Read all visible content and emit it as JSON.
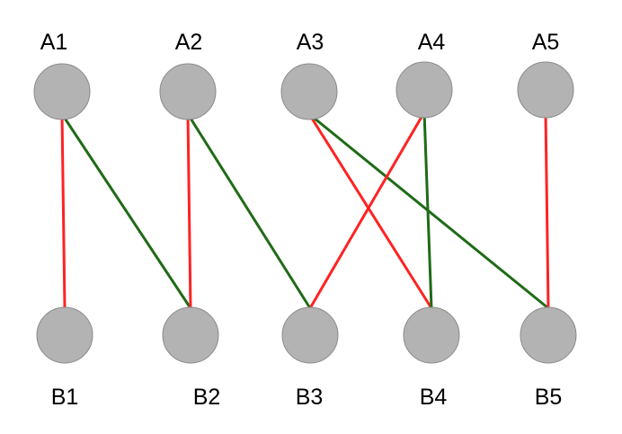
{
  "colors": {
    "background": "#ffffff",
    "node_fill": "#b3b3b3",
    "node_stroke": "#8a8a8a",
    "label": "#000000",
    "edge_red": "#ff2222",
    "edge_green": "#1f6b17"
  },
  "nodes": [
    {
      "id": "A1",
      "label": "A1"
    },
    {
      "id": "A2",
      "label": "A2"
    },
    {
      "id": "A3",
      "label": "A3"
    },
    {
      "id": "A4",
      "label": "A4"
    },
    {
      "id": "A5",
      "label": "A5"
    },
    {
      "id": "B1",
      "label": "B1"
    },
    {
      "id": "B2",
      "label": "B2"
    },
    {
      "id": "B3",
      "label": "B3"
    },
    {
      "id": "B4",
      "label": "B4"
    },
    {
      "id": "B5",
      "label": "B5"
    }
  ],
  "edges": [
    {
      "from": "A1",
      "to": "B1",
      "color": "red"
    },
    {
      "from": "A1",
      "to": "B2",
      "color": "green"
    },
    {
      "from": "A2",
      "to": "B2",
      "color": "red"
    },
    {
      "from": "A2",
      "to": "B3",
      "color": "green"
    },
    {
      "from": "A3",
      "to": "B4",
      "color": "red"
    },
    {
      "from": "A3",
      "to": "B5",
      "color": "green"
    },
    {
      "from": "A4",
      "to": "B3",
      "color": "red"
    },
    {
      "from": "A4",
      "to": "B4",
      "color": "green"
    },
    {
      "from": "A5",
      "to": "B5",
      "color": "red"
    }
  ]
}
